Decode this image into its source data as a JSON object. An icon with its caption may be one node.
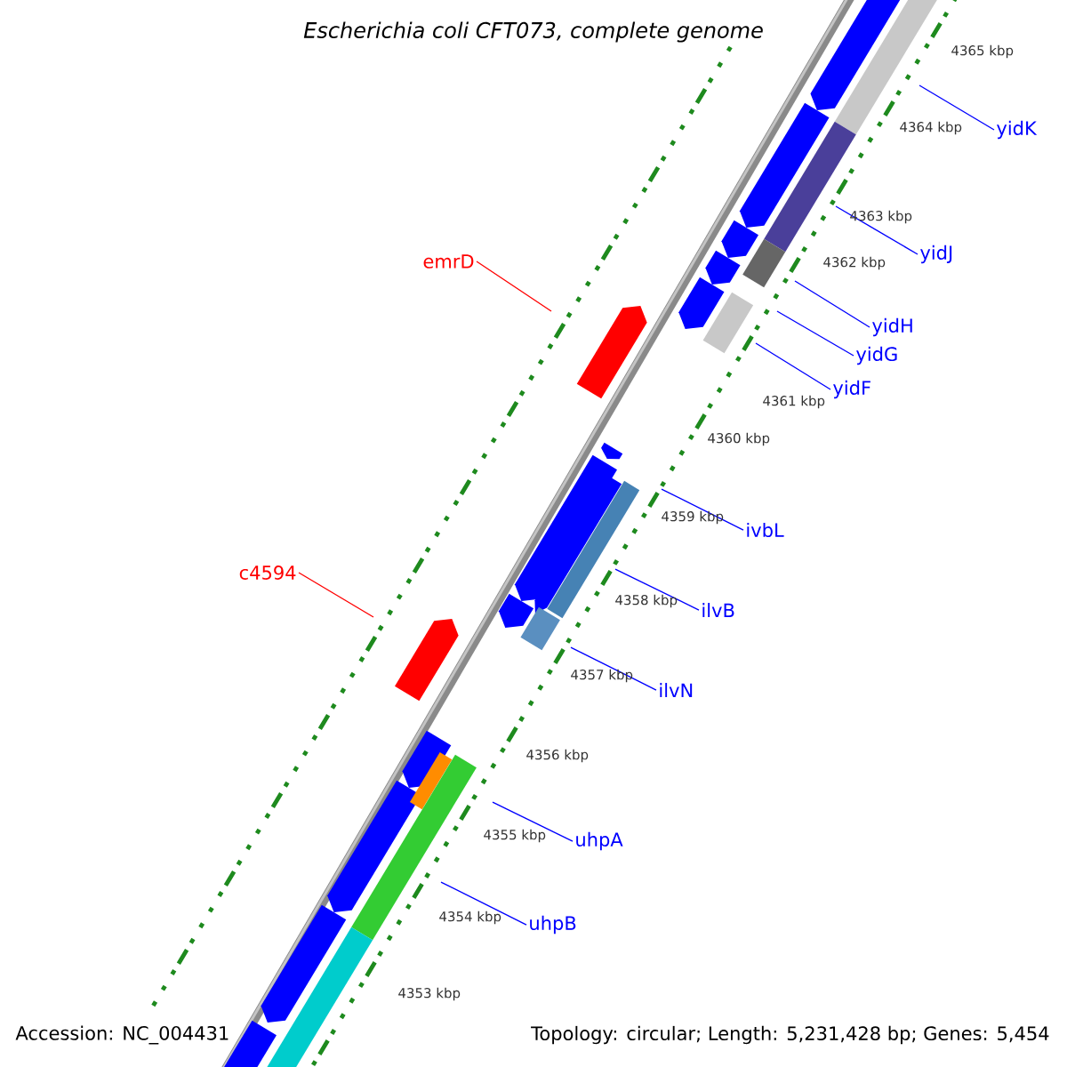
{
  "diagram": {
    "title": "Escherichia coli CFT073, complete genome",
    "nodes": [
      {
        "text": [
          "yidK"
        ]
      },
      {
        "text": [
          "yidJ"
        ]
      },
      {
        "text": [
          "yidH"
        ]
      },
      {
        "text": [
          "yidG"
        ]
      },
      {
        "text": [
          "yidF"
        ]
      },
      {
        "text": [
          "emrD"
        ]
      },
      {
        "text": [
          "ivbL"
        ]
      },
      {
        "text": [
          "c4594"
        ]
      },
      {
        "text": [
          "ilvB"
        ]
      },
      {
        "text": [
          "ilvN"
        ]
      },
      {
        "text": [
          "uhpA"
        ]
      },
      {
        "text": [
          "uhpB"
        ]
      }
    ],
    "edges": [
      {
        "from": 0,
        "to": null,
        "arrow": "none"
      },
      {
        "from": 1,
        "to": null,
        "arrow": "none"
      },
      {
        "from": 2,
        "to": null,
        "arrow": "none"
      },
      {
        "from": 3,
        "to": null,
        "arrow": "none"
      },
      {
        "from": 4,
        "to": null,
        "arrow": "none"
      },
      {
        "from": 5,
        "to": null,
        "arrow": "none",
        "color": "#ff0000"
      },
      {
        "from": 6,
        "to": null,
        "arrow": "none"
      },
      {
        "from": 7,
        "to": null,
        "arrow": "none",
        "color": "#ff0000"
      },
      {
        "from": 8,
        "to": null,
        "arrow": "none"
      },
      {
        "from": 9,
        "to": null,
        "arrow": "none"
      },
      {
        "from": 10,
        "to": null,
        "arrow": "none"
      },
      {
        "from": 11,
        "to": null,
        "arrow": "none"
      }
    ],
    "labels": [
      "4365 kbp",
      "4364 kbp",
      "4363 kbp",
      "4362 kbp",
      "4361 kbp",
      "4360 kbp",
      "4359 kbp",
      "4358 kbp",
      "4357 kbp",
      "4356 kbp",
      "4355 kbp",
      "4354 kbp",
      "4353 kbp",
      "Accession: NC_004431",
      "Topology: circular; Length: 5,231,428 bp; Genes: 5,454"
    ]
  }
}
